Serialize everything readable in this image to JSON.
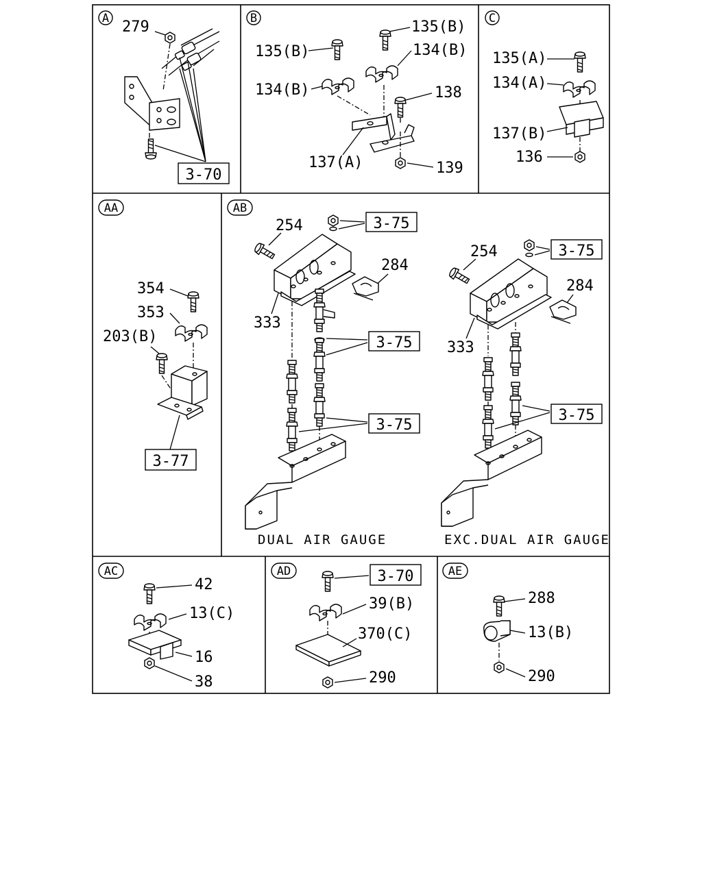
{
  "panels": {
    "a": {
      "tag": "A",
      "labels": {
        "p279": "279",
        "ref_3_70": "3-70"
      }
    },
    "b": {
      "tag": "B",
      "labels": {
        "p135b_left": "135(B)",
        "p135b_right": "135(B)",
        "p134b_top": "134(B)",
        "p134b_left": "134(B)",
        "p138": "138",
        "p137a": "137(A)",
        "p139": "139"
      }
    },
    "c": {
      "tag": "C",
      "labels": {
        "p135a": "135(A)",
        "p134a": "134(A)",
        "p137b": "137(B)",
        "p136": "136"
      }
    },
    "aa": {
      "tag": "AA",
      "labels": {
        "p354": "354",
        "p353": "353",
        "p203b": "203(B)",
        "ref_3_77": "3-77"
      }
    },
    "ab": {
      "tag": "AB",
      "labels": {
        "p254_left": "254",
        "ref_3_75_a": "3-75",
        "p284_left": "284",
        "p333_left": "333",
        "ref_3_75_b": "3-75",
        "ref_3_75_c": "3-75",
        "p254_right": "254",
        "ref_3_75_d": "3-75",
        "p284_right": "284",
        "p333_right": "333",
        "ref_3_75_e": "3-75"
      },
      "captions": {
        "left": "DUAL AIR GAUGE",
        "right": "EXC.DUAL AIR GAUGE"
      }
    },
    "ac": {
      "tag": "AC",
      "labels": {
        "p42": "42",
        "p13c": "13(C)",
        "p16": "16",
        "p38": "38"
      }
    },
    "ad": {
      "tag": "AD",
      "labels": {
        "ref_3_70": "3-70",
        "p39b": "39(B)",
        "p370c": "370(C)",
        "p290": "290"
      }
    },
    "ae": {
      "tag": "AE",
      "labels": {
        "p288": "288",
        "p13b": "13(B)",
        "p290": "290"
      }
    }
  }
}
